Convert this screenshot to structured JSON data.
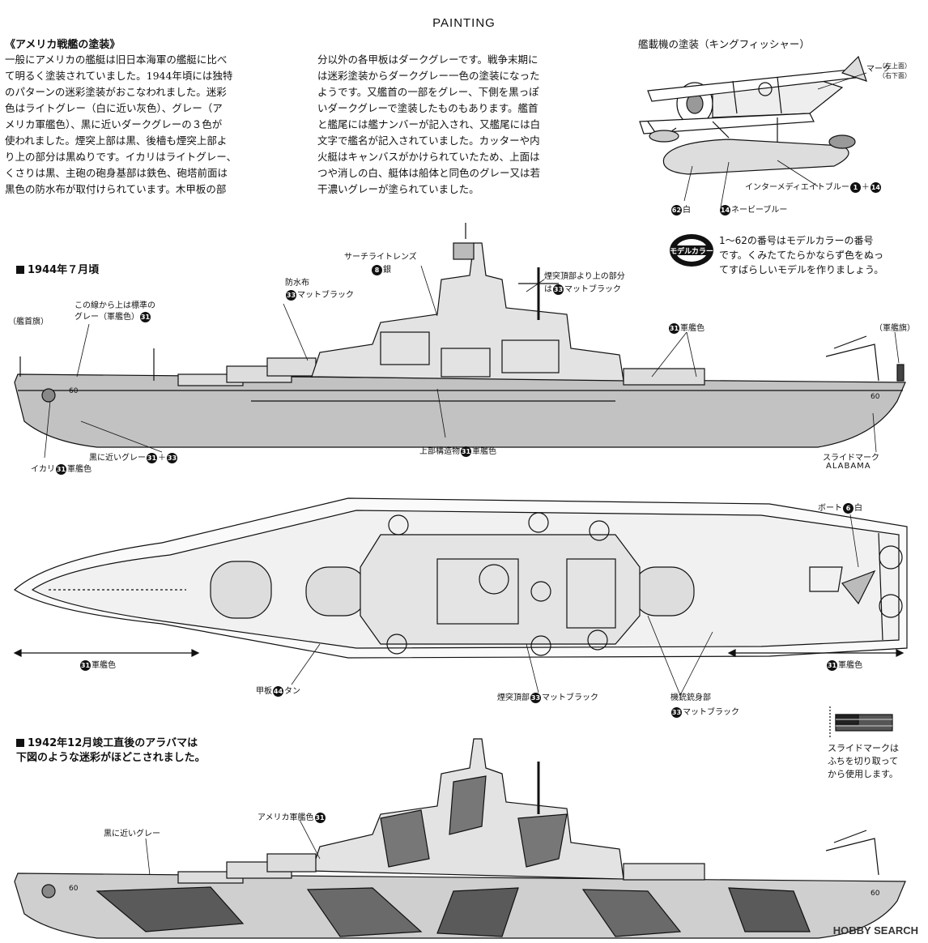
{
  "page": {
    "title": "PAINTING",
    "intro": {
      "heading": "《アメリカ戦艦の塗装》",
      "col1": [
        "一般にアメリカの艦艇は旧日本海軍の艦艇に比べ",
        "て明るく塗装されていました。1944年頃には独特",
        "のパターンの迷彩塗装がおこなわれました。迷彩",
        "色はライトグレー（白に近い灰色）、グレー（ア",
        "メリカ軍艦色）、黒に近いダークグレーの３色が",
        "使われました。煙突上部は黒、後檣も煙突上部よ",
        "り上の部分は黒ぬりです。イカリはライトグレー、",
        "くさりは黒、主砲の砲身基部は鉄色、砲塔前面は",
        "黒色の防水布が取付けられています。木甲板の部"
      ],
      "col2": [
        "分以外の各甲板はダークグレーです。戦争末期に",
        "は迷彩塗装からダークグレー一色の塗装になった",
        "ようです。又艦首の一部をグレー、下側を黒っぽ",
        "いダークグレーで塗装したものもあります。艦首",
        "と艦尾には艦ナンバーが記入され、又艦尾には白",
        "文字で艦名が記入されていました。カッターや内",
        "火艇はキャンバスがかけられていたため、上面は",
        "つや消しの白、艇体は船体と同色のグレー又は若",
        "干濃いグレーが塗られていました。"
      ]
    },
    "plane": {
      "heading": "艦載機の塗装（キングフィッシャー）",
      "mark_label": "マーク",
      "mark_note1": "（左上面）",
      "mark_note2": "（右下面）",
      "blue1_label": "インターメディエイトブルー",
      "blue1_num_a": "1",
      "blue1_sep": "＋",
      "blue1_num_b": "14",
      "white_num": "62",
      "white_label": "白",
      "navy_num": "14",
      "navy_label": "ネービーブルー"
    },
    "model_color": {
      "logo_text": "モデルカラー",
      "note": [
        "1〜62の番号はモデルカラーの番号",
        "です。くみたてたらかならず色をぬっ",
        "てすばらしいモデルを作りましょう。"
      ]
    },
    "section1": {
      "heading": "1944年７月頃",
      "searchlight_label": "サーチライトレンズ",
      "searchlight_num": "8",
      "searchlight_color": "銀",
      "waterproof_label": "防水布",
      "waterproof_num": "33",
      "waterproof_color": "マットブラック",
      "stack_label": "煙突頂部より上の部分",
      "stack_prefix": "は",
      "stack_num": "33",
      "stack_color": "マットブラック",
      "line_label1": "この線から上は標準の",
      "line_label2": "グレー（軍艦色）",
      "line_num": "31",
      "bow_flag": "（艦首旗）",
      "navy_gray_num": "31",
      "navy_gray": "軍艦色",
      "stern_flag": "（軍艦旗）",
      "hull_number": "60",
      "dark_gray_label": "黒に近いグレー",
      "dark_gray_num_a": "31",
      "dark_gray_plus": "＋",
      "dark_gray_num_b": "33",
      "anchor_label": "イカリ",
      "anchor_num": "31",
      "anchor_color": "軍艦色",
      "superstructure_label": "上部構造物",
      "superstructure_num": "31",
      "superstructure_color": "軍艦色",
      "slide_mark_label": "スライドマーク",
      "ship_name": "ALABAMA"
    },
    "section2": {
      "boat_label": "ボート",
      "boat_num": "6",
      "boat_color": "白",
      "left_num": "31",
      "left_color": "軍艦色",
      "right_num": "31",
      "right_color": "軍艦色",
      "deck_label": "甲板",
      "deck_num": "44",
      "deck_color": "タン",
      "stack_top_label": "煙突頂部",
      "stack_top_num": "33",
      "stack_top_color": "マットブラック",
      "mg_label": "機銃銃身部",
      "mg_num": "33",
      "mg_color": "マットブラック"
    },
    "section3": {
      "heading1": "1942年12月竣工直後のアラバマは",
      "heading2": "下図のような迷彩がほどこされました。",
      "navy_gray_label": "アメリカ軍艦色",
      "navy_gray_num": "31",
      "dark_gray_label": "黒に近いグレー",
      "hull_number": "60",
      "slide_note": [
        "スライドマークは",
        "ふちを切り取って",
        "から使用します。"
      ]
    },
    "watermark": "HOBBY SEARCH",
    "colors": {
      "ink": "#111111",
      "hull_gray": "#b8b8b8",
      "dark_gray": "#5a5a5a",
      "light_gray": "#e6e6e6",
      "paper": "#ffffff"
    }
  }
}
